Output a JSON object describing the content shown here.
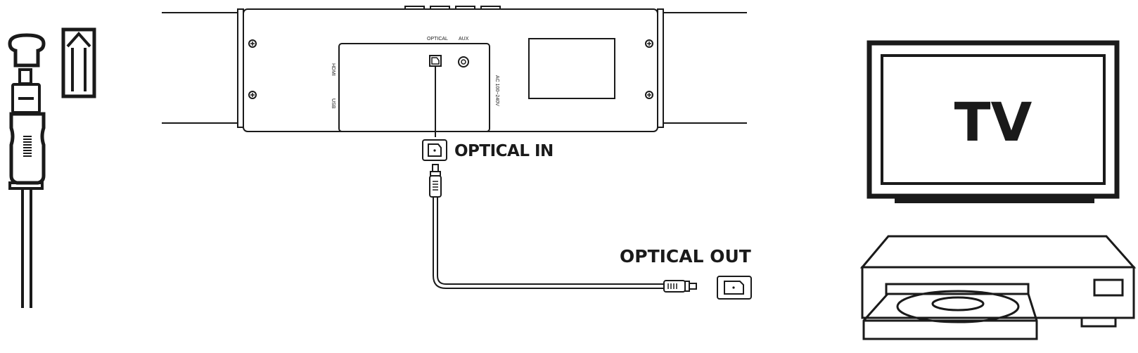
{
  "labels": {
    "optical_in": "OPTICAL IN",
    "optical_out": "OPTICAL OUT",
    "tv": "TV"
  },
  "port_labels": {
    "optical": "OPTICAL",
    "aux": "AUX",
    "hdmi": "HDMI",
    "usb": "USB",
    "ac": "AC 100~240V"
  },
  "colors": {
    "line": "#1a1a1a",
    "background": "#ffffff"
  }
}
